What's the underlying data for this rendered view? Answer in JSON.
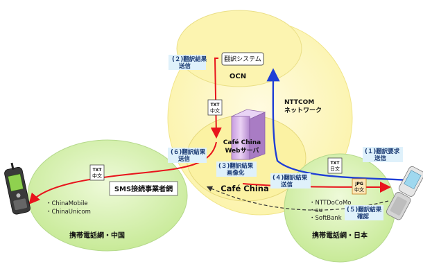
{
  "clouds": {
    "ocn": "OCN",
    "nttcom_line1": "NTTCOM",
    "nttcom_line2": "ネットワーク",
    "cafe_china": "Café China",
    "sms_network": "SMS接続事業者網",
    "mobile_china": "携帯電話網・中国",
    "mobile_japan": "携帯電話網・日本"
  },
  "nodes": {
    "translation_system": "翻訳システム",
    "server_line1": "Café China",
    "server_line2": "Webサーバ"
  },
  "steps": {
    "s1_line1": "(１)翻訳要求",
    "s1_line2": "送信",
    "s2_line1": "(２)翻訳結果",
    "s2_line2": "送信",
    "s3_line1": "(３)翻訳結果",
    "s3_line2": "画像化",
    "s4_line1": "(４)翻訳結果",
    "s4_line2": "送信",
    "s5_line1": "(５)翻訳結果",
    "s5_line2": "確認",
    "s6_line1": "(６)翻訳結果",
    "s6_line2": "送信"
  },
  "docs": {
    "txt_chinese": {
      "type": "TXT",
      "lang": "中文"
    },
    "txt_japanese": {
      "type": "TXT",
      "lang": "日文"
    },
    "jpg_chinese": {
      "type": "JPG",
      "lang": "中文"
    },
    "txt_chinese_sms": {
      "type": "TXT",
      "lang": "中文"
    }
  },
  "carriers_china": [
    "・ChinaMobile",
    "・ChinaUnicom"
  ],
  "carriers_japan": [
    "・NTTDoCoMo",
    "・au",
    "・SoftBank"
  ],
  "colors": {
    "cloud_yellow": "#fdf8c4",
    "cloud_green": "#d9f2b8",
    "arrow_red": "#e8141c",
    "arrow_blue": "#1f3fd6",
    "label_bg": "#dff1fb",
    "server_purple": "#d8b2e8"
  }
}
